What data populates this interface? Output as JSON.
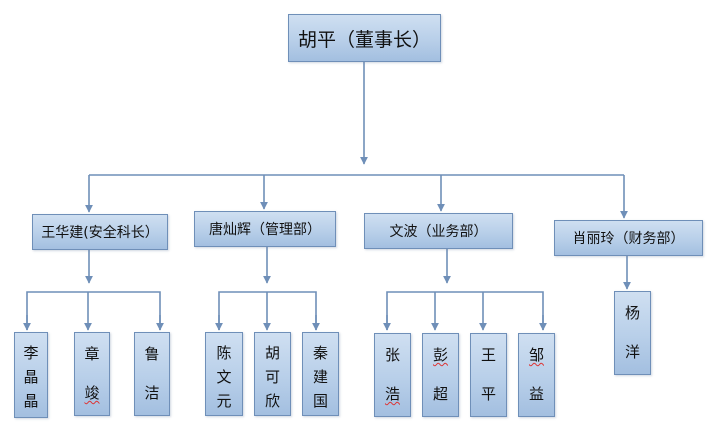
{
  "chart_title": "",
  "colors": {
    "line": "#6f8fb8",
    "box_border": "#6f8fb8",
    "box_fill_top": "#cfdff1",
    "box_fill_bottom": "#a3bfe0",
    "text": "#111111"
  },
  "root": {
    "label": "胡平（董事长）"
  },
  "departments": [
    {
      "label": "王华建(安全科长）",
      "members": [
        [
          "李",
          "晶",
          "晶"
        ],
        [
          "章",
          "竣"
        ],
        [
          "鲁",
          "洁"
        ]
      ]
    },
    {
      "label": "唐灿辉（管理部）",
      "members": [
        [
          "陈",
          "文",
          "元"
        ],
        [
          "胡",
          "可",
          "欣"
        ],
        [
          "秦",
          "建",
          "国"
        ]
      ]
    },
    {
      "label": "文波（业务部）",
      "members": [
        [
          "张",
          "浩"
        ],
        [
          "彭",
          "超"
        ],
        [
          "王",
          "平"
        ],
        [
          "邹",
          "益"
        ]
      ]
    },
    {
      "label": "肖丽玲（财务部）",
      "members": [
        [
          "杨",
          "洋"
        ]
      ]
    }
  ]
}
